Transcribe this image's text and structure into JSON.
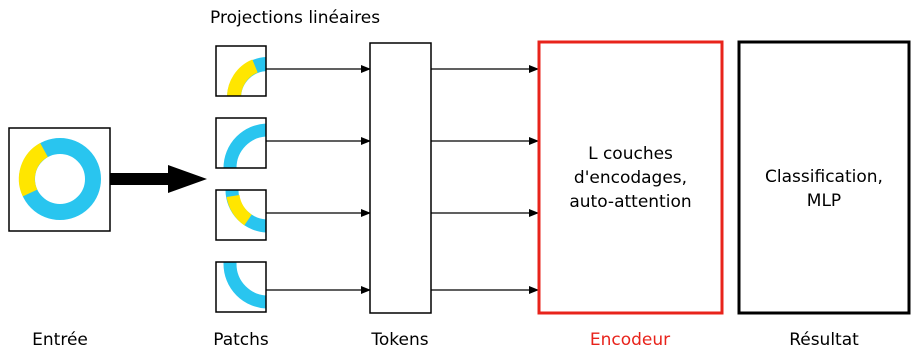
{
  "title": "Projections linéaires",
  "stages": {
    "input": "Entrée",
    "patches": "Patchs",
    "tokens": "Tokens",
    "encoder": "Encodeur",
    "output": "Résultat"
  },
  "encoder_block": {
    "line1": "L couches",
    "line2": "d'encodages,",
    "line3": "auto-attention"
  },
  "classifier_block": {
    "line1": "Classification,",
    "line2": "MLP"
  },
  "colors": {
    "ring_cyan": "#29c5ef",
    "ring_yellow": "#ffe600",
    "encoder_red": "#e8231b",
    "line": "#000000"
  }
}
